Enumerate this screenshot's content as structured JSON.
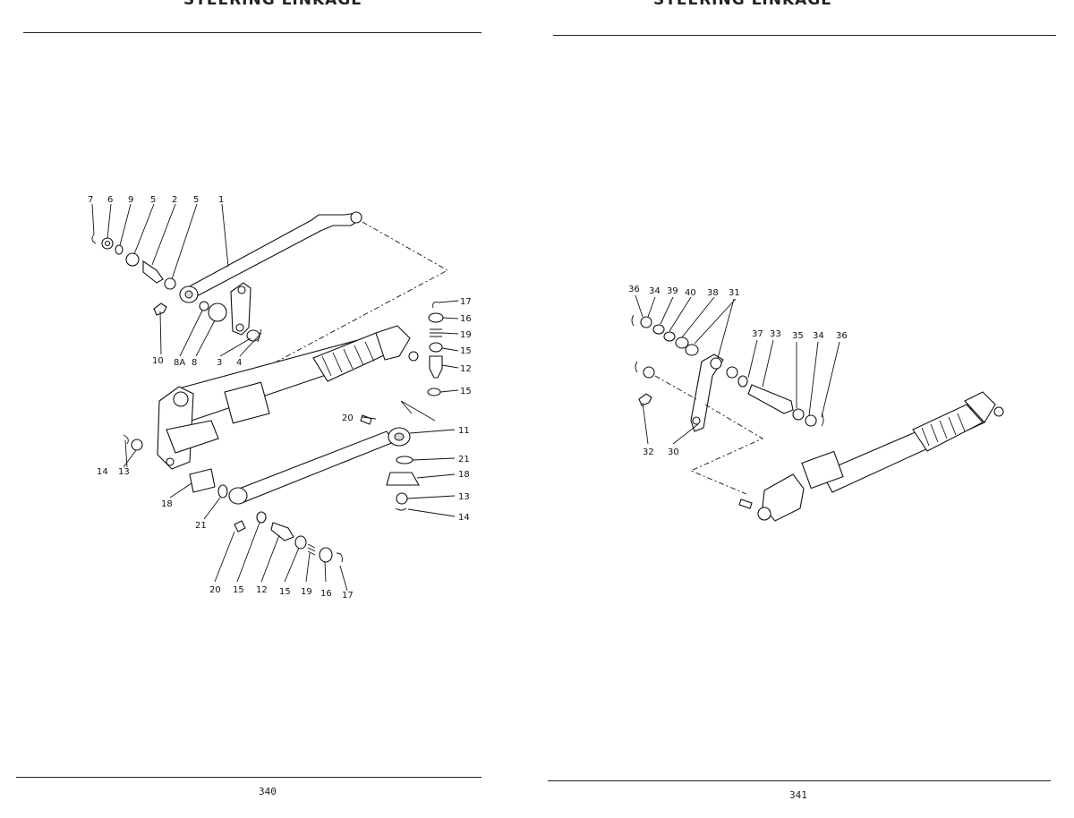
{
  "pages": [
    {
      "header": "STEERING LINKAGE",
      "page_number": "340"
    },
    {
      "header": "STEERING LINKAGE",
      "page_number": "341"
    }
  ],
  "left_callouts": [
    "7",
    "6",
    "9",
    "5",
    "2",
    "5",
    "1",
    "10",
    "8A",
    "8",
    "3",
    "4",
    "17",
    "16",
    "19",
    "15",
    "12",
    "15",
    "20",
    "11",
    "21",
    "18",
    "13",
    "14",
    "14",
    "13",
    "18",
    "21",
    "20",
    "15",
    "12",
    "15",
    "19",
    "16",
    "17"
  ],
  "right_callouts": [
    "36",
    "34",
    "39",
    "40",
    "38",
    "31",
    "37",
    "33",
    "35",
    "34",
    "36",
    "32",
    "30"
  ]
}
